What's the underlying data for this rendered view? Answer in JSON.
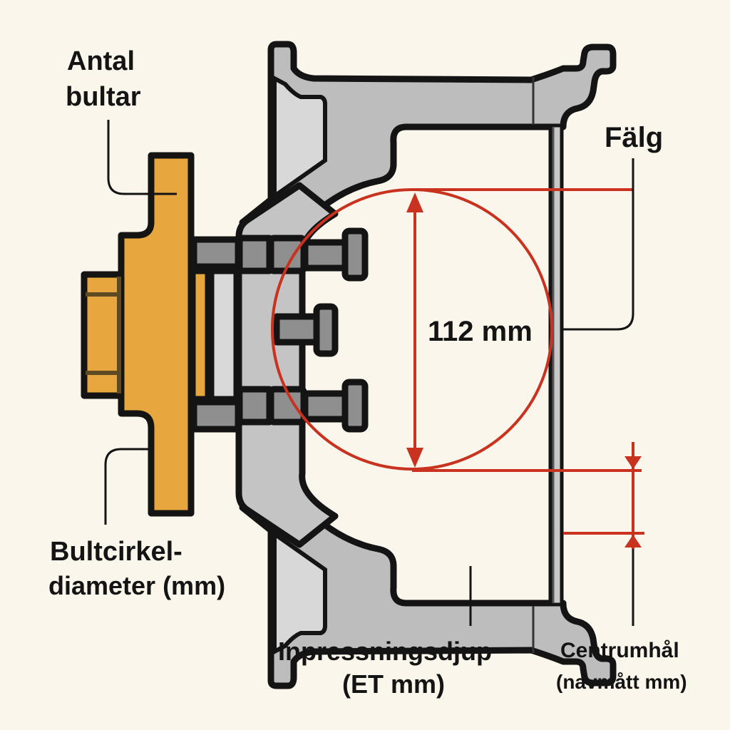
{
  "labels": {
    "bolt_count_line1": "Antal",
    "bolt_count_line2": "bultar",
    "rim": "Fälg",
    "bolt_circle_line1": "Bultcirkel-",
    "bolt_circle_line2": "diameter (mm)",
    "offset_line1": "Inpressningsdjup",
    "offset_line2": "(ET mm)",
    "center_bore_line1": "Centrumhål",
    "center_bore_line2": "(navmått mm)",
    "pcd_value": "112 mm"
  },
  "colors": {
    "background": "#fbf6ec",
    "hub": "#e8a63e",
    "rim": "#bdbdbd",
    "rim_light": "#d8d8d8",
    "bolt": "#8f8f8f",
    "outline": "#141414",
    "dimension": "#c9321f"
  }
}
